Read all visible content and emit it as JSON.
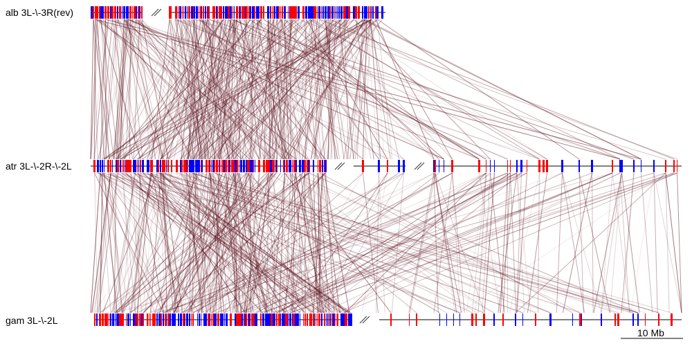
{
  "tracks": [
    {
      "id": "alb",
      "label": "alb 3L-\\-3R(rev)"
    },
    {
      "id": "atr",
      "label": "atr 3L-\\-2R-\\-2L"
    },
    {
      "id": "gam",
      "label": "gam 3L-\\-2L"
    }
  ],
  "scale_bar": {
    "label": "10 Mb"
  },
  "colors": {
    "forward_block": "#ff0000",
    "reverse_block": "#0000ff",
    "link": "#5a0f1a",
    "chromosome": "#000000"
  }
}
